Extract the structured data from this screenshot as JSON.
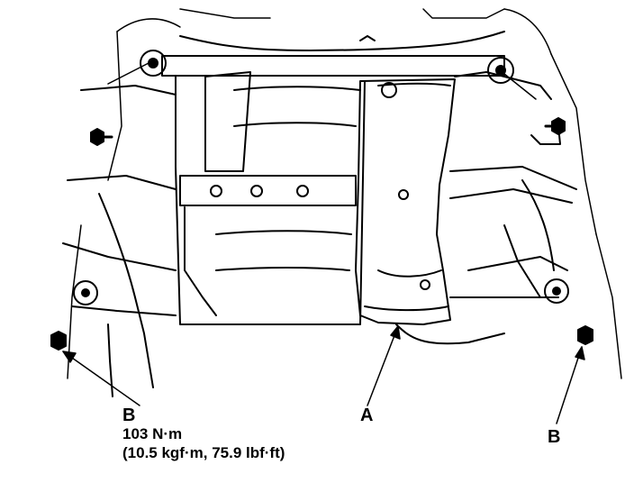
{
  "labels": {
    "callout_b_left": "B",
    "callout_a": "A",
    "callout_b_right": "B",
    "torque_spec_line1": "103 N·m",
    "torque_spec_line2": "(10.5 kgf·m, 75.9 lbf·ft)"
  },
  "colors": {
    "ink": "#000000",
    "paper": "#ffffff"
  }
}
